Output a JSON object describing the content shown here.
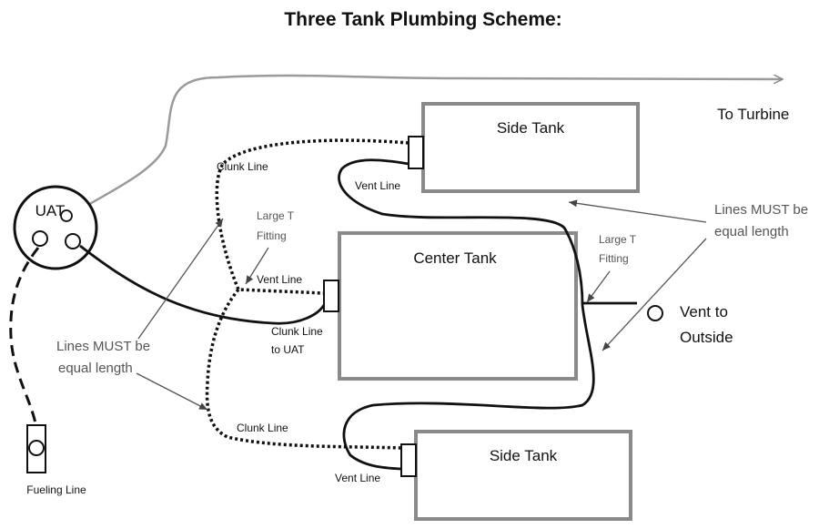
{
  "title": "Three Tank Plumbing Scheme:",
  "labels": {
    "to_turbine": "To Turbine",
    "uat": "UAT",
    "side_tank_top": "Side Tank",
    "center_tank": "Center Tank",
    "side_tank_bottom": "Side Tank",
    "clunk_line_top": "Clunk Line",
    "vent_line_top": "Vent Line",
    "large_t_left_1": "Large T",
    "large_t_left_2": "Fitting",
    "large_t_right_1": "Large T",
    "large_t_right_2": "Fitting",
    "vent_line_center": "Vent Line",
    "clunk_line_uat_1": "Clunk Line",
    "clunk_line_uat_2": "to UAT",
    "lines_equal_left_1": "Lines MUST be",
    "lines_equal_left_2": "equal length",
    "lines_equal_right_1": "Lines MUST be",
    "lines_equal_right_2": "equal length",
    "vent_outside_1": "Vent to",
    "vent_outside_2": "Outside",
    "clunk_line_bottom": "Clunk Line",
    "vent_line_bottom": "Vent Line",
    "fueling_line": "Fueling Line"
  }
}
